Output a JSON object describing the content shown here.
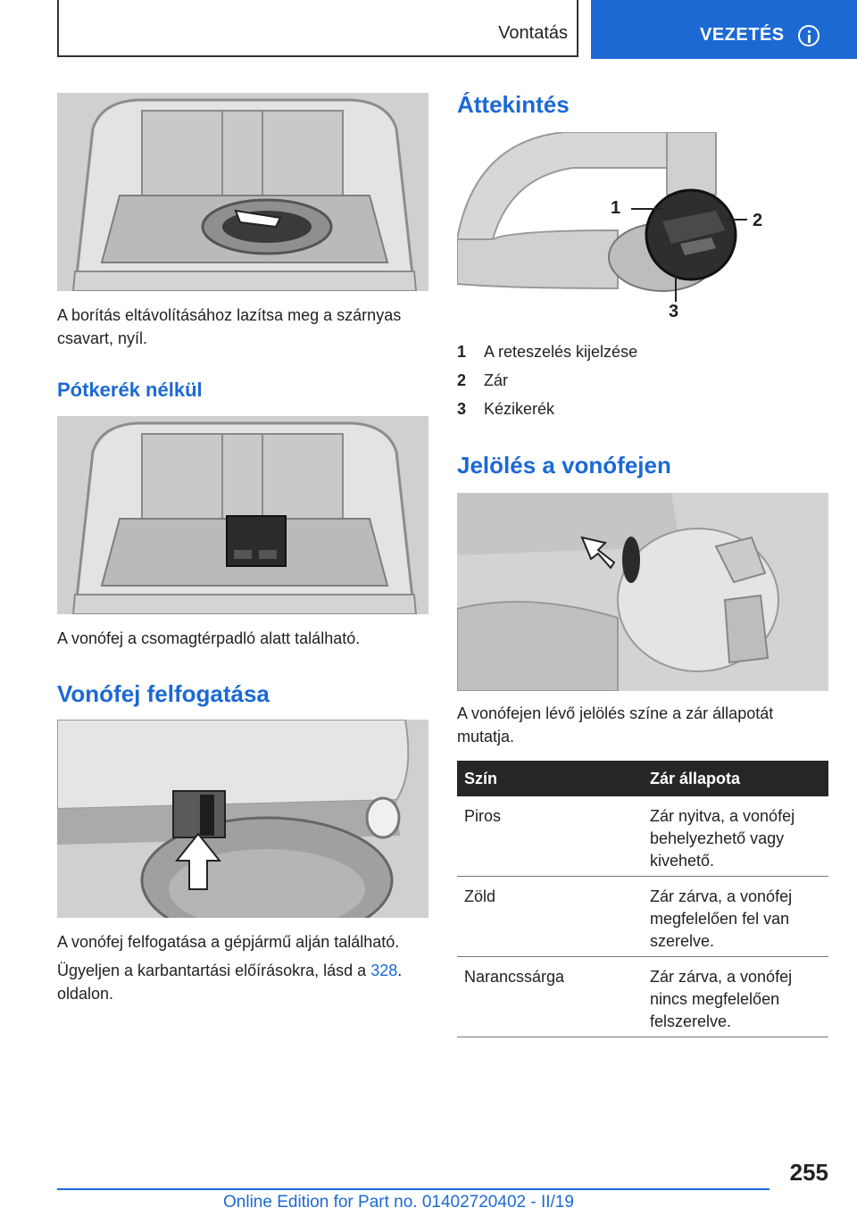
{
  "header": {
    "title": "Vontatás",
    "tab_label": "VEZETÉS",
    "accent_color": "#1c69d4",
    "icon": "info-icon"
  },
  "left": {
    "caption1": "A borítás eltávolításához lazítsa meg a szárnyas csavart, nyíl.",
    "heading_sub": "Pótkerék nélkül",
    "caption2": "A vonófej a csomagtérpadló alatt található.",
    "heading_main": "Vonófej felfogatása",
    "caption3": "A vonófej felfogatása a gépjármű alján található.",
    "para_before": "Ügyeljen a karbantartási előírásokra, lásd a ",
    "para_link": "328",
    "para_after": ". oldalon."
  },
  "right": {
    "heading1": "Áttekintés",
    "callouts": [
      "1",
      "2",
      "3"
    ],
    "legend": [
      {
        "num": "1",
        "text": "A reteszelés kijelzése"
      },
      {
        "num": "2",
        "text": "Zár"
      },
      {
        "num": "3",
        "text": "Kézikerék"
      }
    ],
    "heading2": "Jelölés a vonófejen",
    "caption": "A vonófejen lévő jelölés színe a zár állapotát mutatja.",
    "table": {
      "headers": [
        "Szín",
        "Zár állapota"
      ],
      "rows": [
        {
          "color": "Piros",
          "state": "Zár nyitva, a vonófej behelyezhető vagy kivehető."
        },
        {
          "color": "Zöld",
          "state": "Zár zárva, a vonófej megfelelően fel van szerelve."
        },
        {
          "color": "Narancssárga",
          "state": "Zár zárva, a vonófej nincs megfelelően felszerelve."
        }
      ]
    }
  },
  "footer": {
    "page_number": "255",
    "edition": "Online Edition for Part no. 01402720402 - II/19"
  }
}
